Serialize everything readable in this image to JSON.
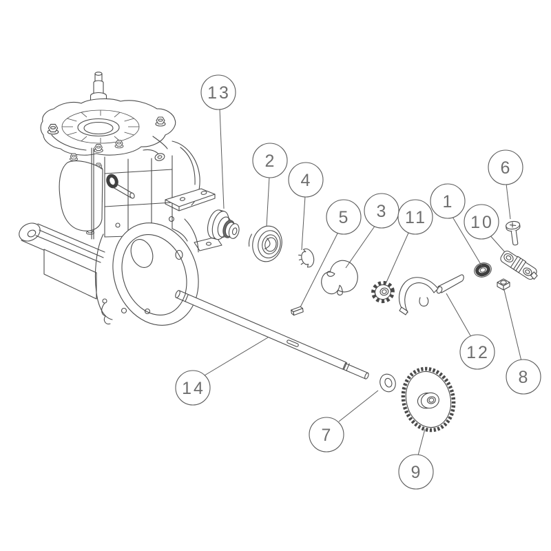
{
  "colors": {
    "background": "#ffffff",
    "line": "#4a4a4a",
    "balloon_stroke": "#5a5a5a",
    "number_text": "#6e6e6e",
    "seal_dark": "#3f3f3f",
    "groove_fill": "#6b6b6b"
  },
  "callouts": [
    {
      "number": "1"
    },
    {
      "number": "2"
    },
    {
      "number": "3"
    },
    {
      "number": "4"
    },
    {
      "number": "5"
    },
    {
      "number": "6"
    },
    {
      "number": "7"
    },
    {
      "number": "8"
    },
    {
      "number": "9"
    },
    {
      "number": "10"
    },
    {
      "number": "11"
    },
    {
      "number": "12"
    },
    {
      "number": "13"
    },
    {
      "number": "14"
    }
  ]
}
